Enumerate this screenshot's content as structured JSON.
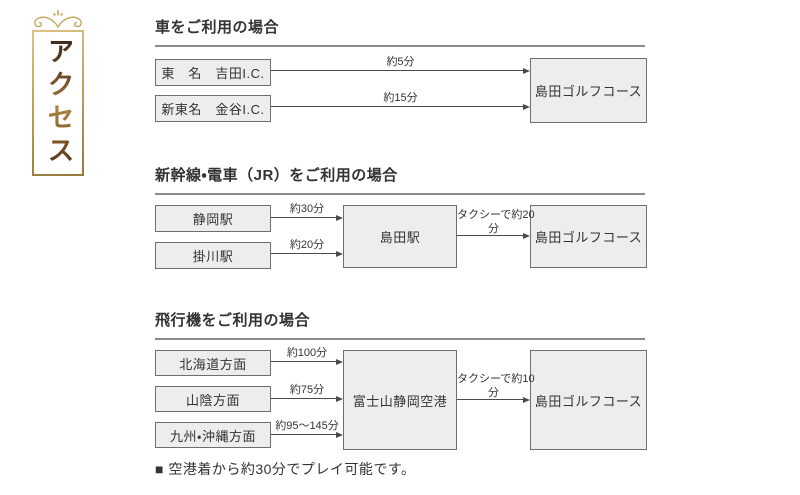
{
  "banner": {
    "title": "アクセス"
  },
  "sections": [
    {
      "heading": "車をご利用の場合",
      "boxes": {
        "origin1": "東　名　吉田I.C.",
        "origin2": "新東名　金谷I.C.",
        "destination": "島田ゴルフコース"
      },
      "arrows": {
        "a1": "約5分",
        "a2": "約15分"
      }
    },
    {
      "heading": "新幹線・電車（JR）をご利用の場合",
      "boxes": {
        "origin1": "静岡駅",
        "origin2": "掛川駅",
        "middle": "島田駅",
        "destination": "島田ゴルフコース"
      },
      "arrows": {
        "a1": "約30分",
        "a2": "約20分",
        "taxi_line1": "タクシーで約20",
        "taxi_line2": "分"
      }
    },
    {
      "heading": "飛行機をご利用の場合",
      "boxes": {
        "origin1": "北海道方面",
        "origin2": "山陰方面",
        "origin3": "九州・沖縄方面",
        "middle": "富士山静岡空港",
        "destination": "島田ゴルフコース"
      },
      "arrows": {
        "a1": "約100分",
        "a2": "約75分",
        "a3": "約95〜145分",
        "taxi_line1": "タクシーで約10",
        "taxi_line2": "分"
      },
      "note": "■ 空港着から約30分でプレイ可能です。"
    }
  ],
  "colors": {
    "accent_gold": "#bf9f55",
    "box_fill": "#ededed",
    "box_border": "#6e6e6e",
    "arrow": "#4a4a4a",
    "text": "#333333",
    "heading_underline": "#8a8a8a"
  }
}
